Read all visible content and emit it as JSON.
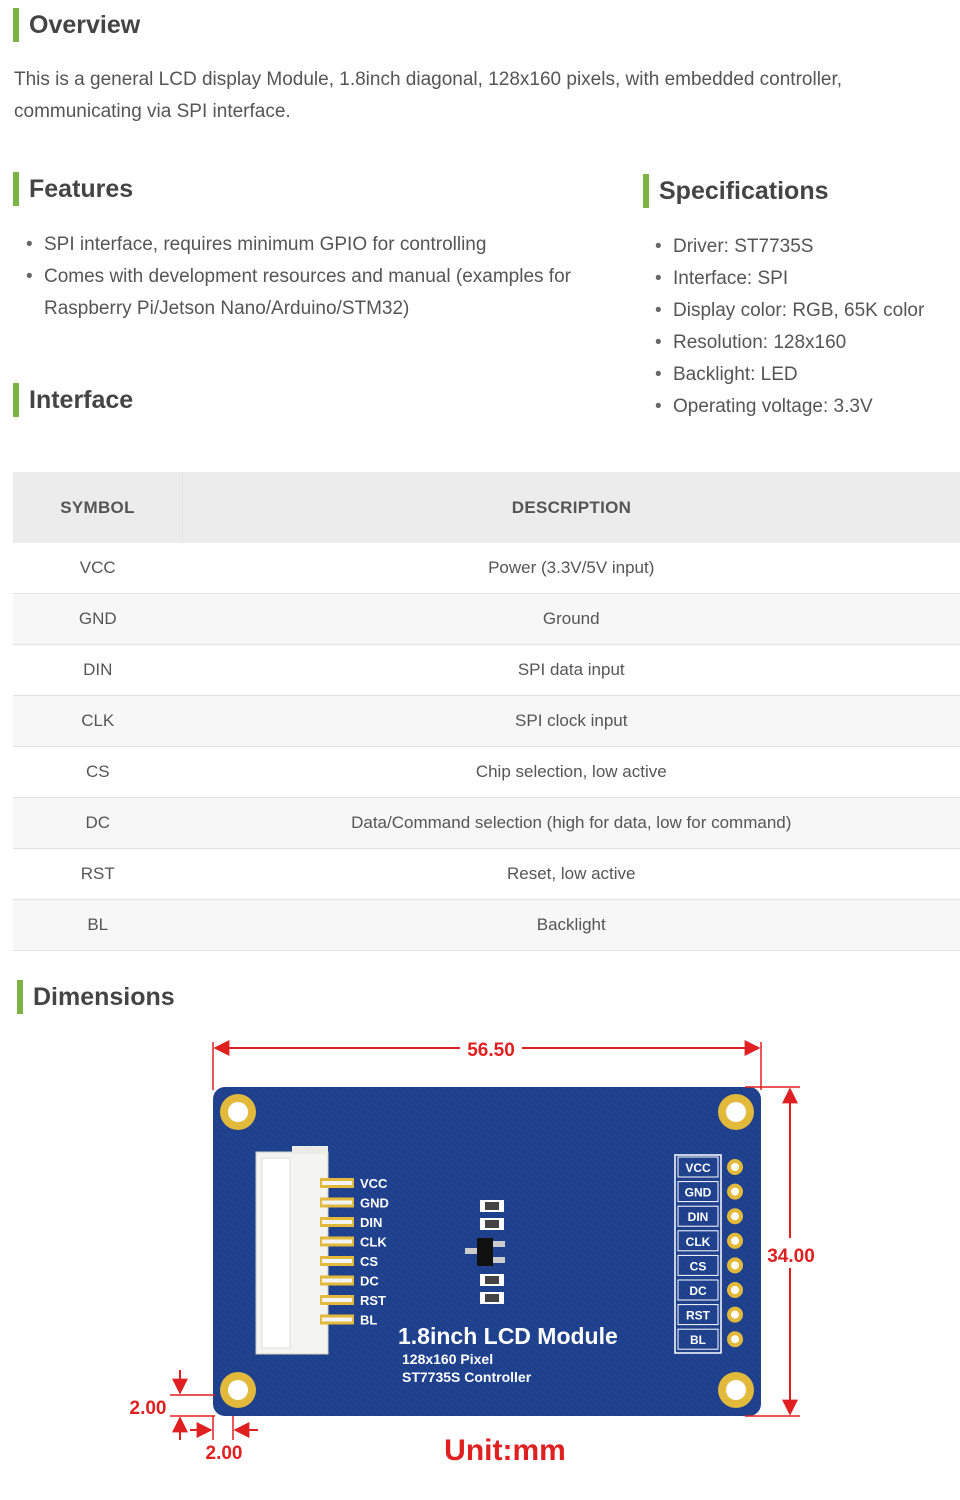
{
  "overview": {
    "title": "Overview",
    "line1": "This is a general LCD display Module, 1.8inch diagonal, 128x160 pixels, with embedded controller,",
    "line2": "communicating via SPI interface."
  },
  "features": {
    "title": "Features",
    "items": [
      "SPI interface, requires minimum GPIO for controlling",
      "Comes with development resources and manual (examples for",
      "Raspberry Pi/Jetson Nano/Arduino/STM32)"
    ]
  },
  "specifications": {
    "title": "Specifications",
    "items": [
      "Driver: ST7735S",
      "Interface: SPI",
      "Display color: RGB, 65K color",
      "Resolution: 128x160",
      "Backlight: LED",
      "Operating voltage: 3.3V"
    ]
  },
  "interface": {
    "title": "Interface",
    "headers": [
      "SYMBOL",
      "DESCRIPTION"
    ],
    "rows": [
      {
        "symbol": "VCC",
        "description": "Power (3.3V/5V input)"
      },
      {
        "symbol": "GND",
        "description": "Ground"
      },
      {
        "symbol": "DIN",
        "description": "SPI data input"
      },
      {
        "symbol": "CLK",
        "description": "SPI clock input"
      },
      {
        "symbol": "CS",
        "description": "Chip selection, low active"
      },
      {
        "symbol": "DC",
        "description": "Data/Command selection (high for data, low for command)"
      },
      {
        "symbol": "RST",
        "description": "Reset, low active"
      },
      {
        "symbol": "BL",
        "description": "Backlight"
      }
    ]
  },
  "dimensions": {
    "title": "Dimensions",
    "width": "56.50",
    "height": "34.00",
    "hole_offset_y": "2.00",
    "hole_offset_x": "2.00",
    "unit": "Unit:mm",
    "board_title": "1.8inch LCD Module",
    "board_sub1": "128x160 Pixel",
    "board_sub2": "ST7735S Controller",
    "left_pins": [
      "VCC",
      "GND",
      "DIN",
      "CLK",
      "CS",
      "DC",
      "RST",
      "BL"
    ],
    "right_pins": [
      "VCC",
      "GND",
      "DIN",
      "CLK",
      "CS",
      "DC",
      "RST",
      "BL"
    ],
    "colors": {
      "accent": "#7cb342",
      "dimension": "#e02020",
      "pcb": "#1e3f8a",
      "gold": "#e2b93b"
    }
  }
}
